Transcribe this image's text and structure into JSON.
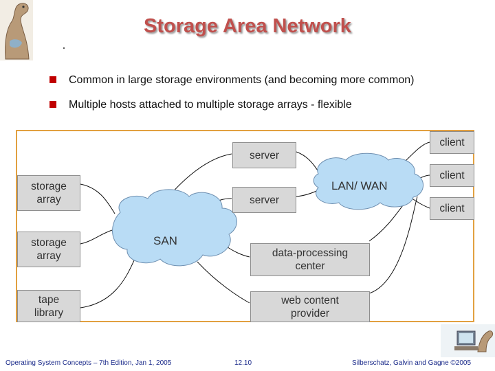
{
  "slide": {
    "title": "Storage Area Network",
    "bullets": [
      "Common in large storage environments (and becoming more common)",
      "Multiple hosts attached to multiple storage arrays - flexible"
    ]
  },
  "diagram": {
    "clouds": {
      "san": "SAN",
      "lan": "LAN/ WAN"
    },
    "nodes": {
      "server_top": "server",
      "server_mid": "server",
      "client_1": "client",
      "client_2": "client",
      "client_3": "client",
      "storage_array_1": "storage\narray",
      "storage_array_2": "storage\narray",
      "tape_library": "tape\nlibrary",
      "data_processing": "data-processing\ncenter",
      "web_content": "web content\nprovider"
    },
    "colors": {
      "box": "#d8d8d8",
      "cloud": "#b9dcf5",
      "border": "#e2a040"
    }
  },
  "footer": {
    "left": "Operating System Concepts – 7th Edition, Jan 1, 2005",
    "center": "12.10",
    "right": "Silberschatz, Galvin and Gagne ©2005"
  },
  "colors": {
    "title": "#c0504d",
    "bullet": "#c00000",
    "footer": "#1a2a8a"
  }
}
